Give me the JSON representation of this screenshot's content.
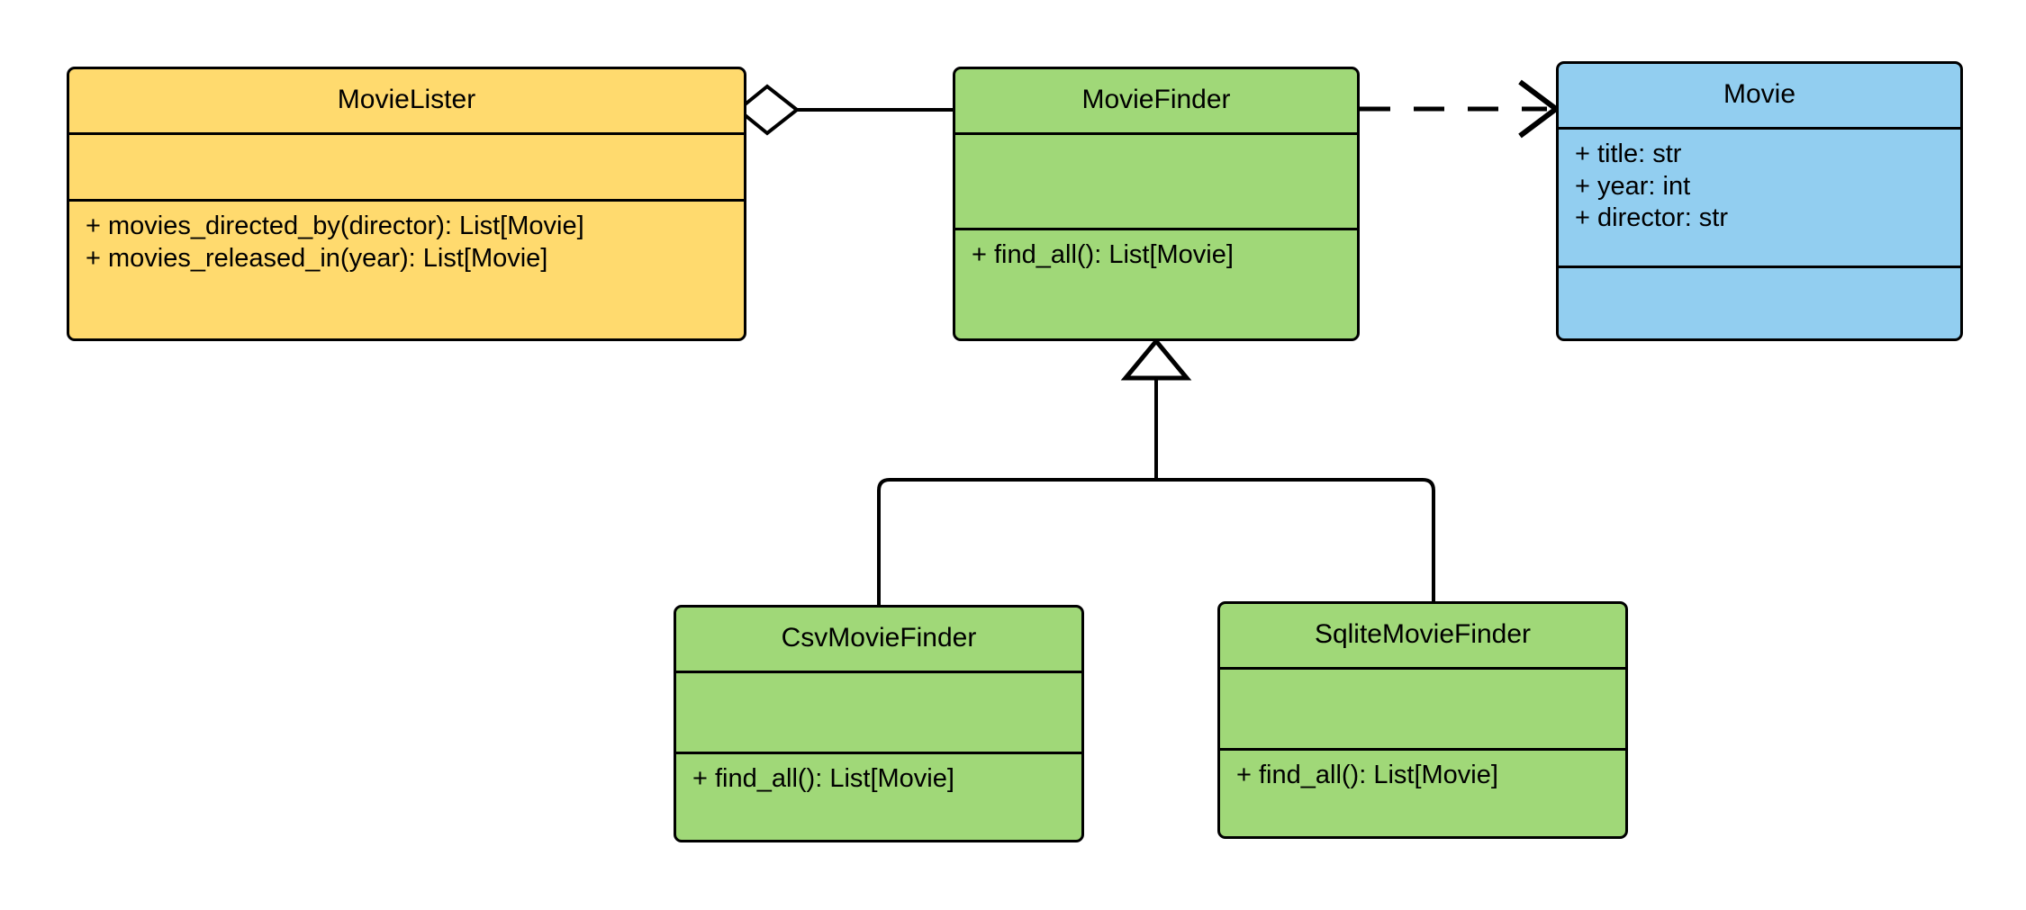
{
  "diagram": {
    "kind": "uml-class-diagram",
    "background": "#ffffff",
    "line_color": "#000000",
    "palette": {
      "yellow": "#FFDA6E",
      "green": "#A0D878",
      "blue": "#92CEF0",
      "stroke": "#000000"
    }
  },
  "classes": {
    "movie_lister": {
      "name": "MovieLister",
      "color": "#FFDA6E",
      "attributes": [],
      "methods": [
        "+ movies_directed_by(director): List[Movie]",
        "+ movies_released_in(year): List[Movie]"
      ]
    },
    "movie_finder": {
      "name": "MovieFinder",
      "color": "#A0D878",
      "attributes": [],
      "methods": [
        "+ find_all(): List[Movie]"
      ]
    },
    "movie": {
      "name": "Movie",
      "color": "#92CEF0",
      "attributes": [
        "+ title: str",
        "+ year: int",
        "+ director: str"
      ],
      "methods": []
    },
    "csv_movie_finder": {
      "name": "CsvMovieFinder",
      "color": "#A0D878",
      "attributes": [],
      "methods": [
        "+ find_all(): List[Movie]"
      ]
    },
    "sqlite_movie_finder": {
      "name": "SqliteMovieFinder",
      "color": "#A0D878",
      "attributes": [],
      "methods": [
        "+ find_all(): List[Movie]"
      ]
    }
  },
  "relationships": [
    {
      "id": "lister-aggregates-finder",
      "type": "aggregation",
      "from": "MovieLister",
      "to": "MovieFinder",
      "marker": "hollow-diamond",
      "line": "solid"
    },
    {
      "id": "finder-depends-movie",
      "type": "dependency",
      "from": "MovieFinder",
      "to": "Movie",
      "marker": "open-arrow",
      "line": "dashed"
    },
    {
      "id": "csv-inherits-finder",
      "type": "generalization",
      "from": "CsvMovieFinder",
      "to": "MovieFinder",
      "marker": "hollow-triangle",
      "line": "solid"
    },
    {
      "id": "sqlite-inherits-finder",
      "type": "generalization",
      "from": "SqliteMovieFinder",
      "to": "MovieFinder",
      "marker": "hollow-triangle",
      "line": "solid"
    }
  ]
}
